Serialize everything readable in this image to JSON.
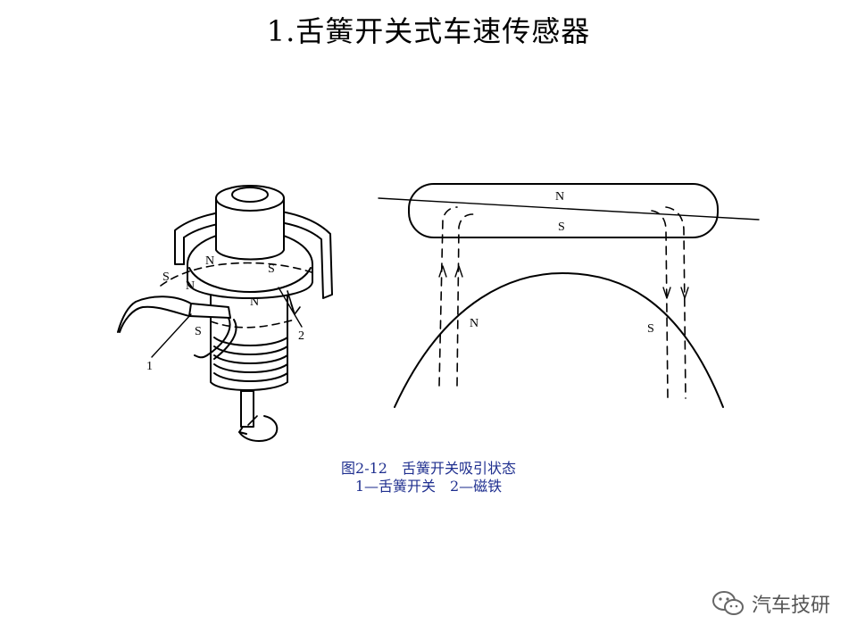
{
  "page": {
    "title": "1.舌簧开关式车速传感器"
  },
  "figure": {
    "caption_line1": "图2-12　舌簧开关吸引状态",
    "caption_line2": "1—舌簧开关　2—磁铁",
    "left_diagram": {
      "labels": {
        "n_top": "N",
        "s_top": "S",
        "s_left": "S",
        "n_left": "N",
        "n_mid": "N",
        "s_bottom": "S",
        "callout_1": "1",
        "callout_2": "2"
      }
    },
    "right_diagram": {
      "labels": {
        "bar_n": "N",
        "bar_s": "S",
        "rotor_n": "N",
        "rotor_s": "S"
      }
    }
  },
  "watermark": {
    "text": "汽车技研",
    "icon": "wechat-icon"
  }
}
